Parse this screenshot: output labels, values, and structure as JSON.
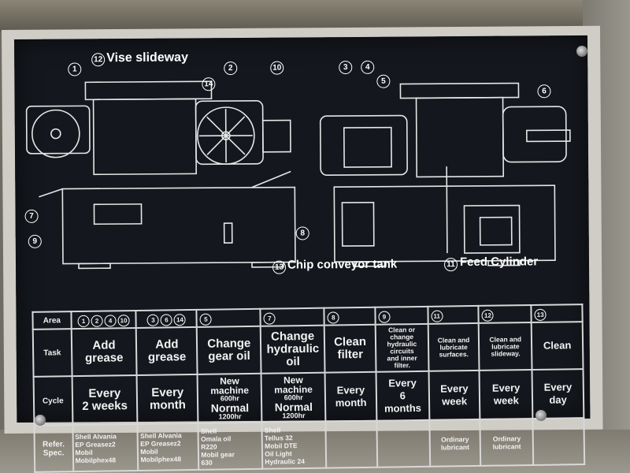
{
  "plate": {
    "labels": {
      "vise_slideway": "Vise slideway",
      "chip_conveyor_tank": "Chip conveyor tank",
      "feed_cylinder": "Feed Cylinder"
    },
    "callouts": [
      "1",
      "12",
      "2",
      "10",
      "3",
      "4",
      "5",
      "6",
      "14",
      "7",
      "9",
      "8",
      "13",
      "11"
    ]
  },
  "table": {
    "row_headers": {
      "area": "Area",
      "task": "Task",
      "cycle": "Cycle",
      "ref": "Refer.\nSpec."
    },
    "columns": [
      {
        "area": [
          "1",
          "2",
          "4",
          "10"
        ],
        "task": "Add\ngrease",
        "cycle": "Every\n2 weeks",
        "ref": "Shell Alvania\nEP Greasez2\nMobil\nMobilphex48"
      },
      {
        "area": [
          "3",
          "6",
          "14"
        ],
        "task": "Add\ngrease",
        "cycle": "Every\nmonth",
        "ref": "Shell Alvania\nEP Greasez2\nMobil\nMobilphex48"
      },
      {
        "area": [
          "5"
        ],
        "task": "Change\ngear oil",
        "cycle_top": "New\nmachine",
        "cycle_hr1": "600hr",
        "cycle_normal": "Normal",
        "cycle_hr2": "1200hr",
        "ref": "Shell\nOmala oil\nR220\nMobil gear\n630"
      },
      {
        "area": [
          "7"
        ],
        "task": "Change\nhydraulic\noil",
        "cycle_top": "New\nmachine",
        "cycle_hr1": "600hr",
        "cycle_normal": "Normal",
        "cycle_hr2": "1200hr",
        "ref": "Shell\nTellus 32\nMobil DTE\nOil Light\nHydraulic 24"
      },
      {
        "area": [
          "8"
        ],
        "task": "Clean\nfilter",
        "cycle": "Every\nmonth",
        "ref": ""
      },
      {
        "area": [
          "9"
        ],
        "task": "Clean or\nchange\nhydraulic\ncircuits\nand inner\nfilter.",
        "cycle": "Every\n6\nmonths",
        "ref": ""
      },
      {
        "area": [
          "11"
        ],
        "task": "Clean and\nlubricate\nsurfaces.",
        "cycle": "Every\nweek",
        "ref": "Ordinary\nlubricant"
      },
      {
        "area": [
          "12"
        ],
        "task": "Clean and\nlubricate\nslideway.",
        "cycle": "Every\nweek",
        "ref": "Ordinary\nlubricant"
      },
      {
        "area": [
          "13"
        ],
        "task": "Clean",
        "cycle": "Every\nday",
        "ref": ""
      }
    ]
  }
}
